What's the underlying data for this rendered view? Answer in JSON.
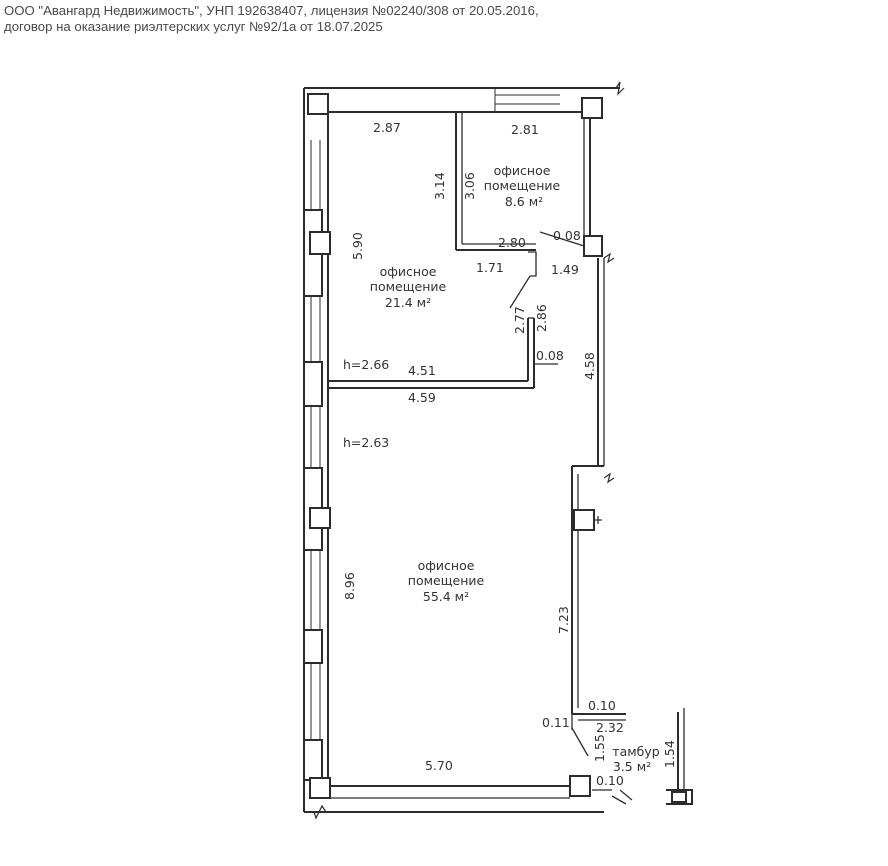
{
  "header": {
    "line1": "ООО \"Авангард Недвижимость\", УНП 192638407, лицензия №02240/308 от 20.05.2016,",
    "line2": "договор на оказание риэлтерских услуг №92/1а от 18.07.2025"
  },
  "rooms": {
    "room_small": {
      "line1": "офисное",
      "line2": "помещение",
      "area": "8.6 м²"
    },
    "room_mid": {
      "line1": "офисное",
      "line2": "помещение",
      "area": "21.4 м²"
    },
    "room_large": {
      "line1": "офисное",
      "line2": "помещение",
      "area": "55.4 м²"
    },
    "vestibule": {
      "line1": "тамбур",
      "area": "3.5 м²"
    }
  },
  "dimensions": {
    "d_2_87": "2.87",
    "d_2_81": "2.81",
    "d_3_14": "3.14",
    "d_3_06": "3.06",
    "d_5_90": "5.90",
    "d_0_08_top": "0.08",
    "d_2_80": "2.80",
    "d_1_71": "1.71",
    "d_1_49": "1.49",
    "d_2_77": "2.77",
    "d_2_86": "2.86",
    "d_0_08_mid": "0.08",
    "d_4_58": "4.58",
    "d_4_51": "4.51",
    "d_4_59": "4.59",
    "d_8_96": "8.96",
    "d_7_23": "7.23",
    "d_0_10_top": "0.10",
    "d_0_11": "0.11",
    "d_2_32": "2.32",
    "d_1_55": "1.55",
    "d_1_54": "1.54",
    "d_5_70": "5.70",
    "d_0_10_bottom": "0.10"
  },
  "heights": {
    "h_mid": "h=2.66",
    "h_large": "h=2.63"
  }
}
